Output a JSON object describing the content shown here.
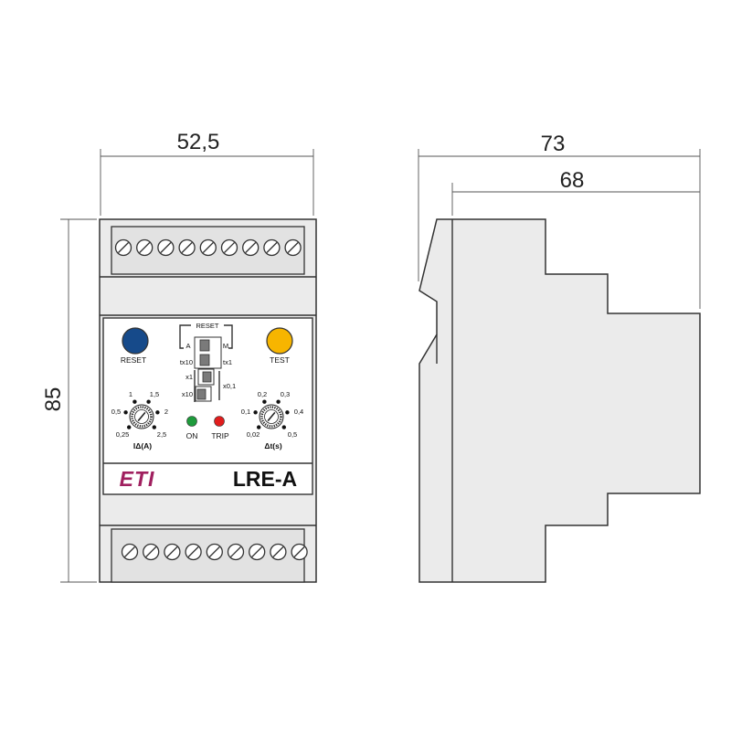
{
  "dimensions": {
    "width": "52,5",
    "height": "85",
    "depth_total": "73",
    "depth_body": "68"
  },
  "front_panel": {
    "reset_button": {
      "label": "RESET",
      "color": "#164a8a"
    },
    "test_button": {
      "label": "TEST",
      "color": "#f7b500"
    },
    "dip_switches": {
      "header": "RESET",
      "left_top": "A",
      "right_top": "M",
      "left_mid": "tx10",
      "right_mid": "tx1",
      "left_low1": "x1",
      "left_low2": "x10",
      "right_low": "x0,1"
    },
    "current_dial": {
      "scale": [
        "1",
        "1,5",
        "0,5",
        "2",
        "0,25",
        "2,5"
      ],
      "label": "IΔ(A)"
    },
    "time_dial": {
      "scale": [
        "0,2",
        "0,3",
        "0,1",
        "0,4",
        "0,02",
        "0,5"
      ],
      "label": "Δt(s)"
    },
    "leds": {
      "on": {
        "label": "ON",
        "color": "#1e9b3c"
      },
      "trip": {
        "label": "TRIP",
        "color": "#e11d1d"
      }
    },
    "brand": {
      "logo_text": "ETI",
      "color": "#a0205f"
    },
    "model": "LRE-A"
  }
}
